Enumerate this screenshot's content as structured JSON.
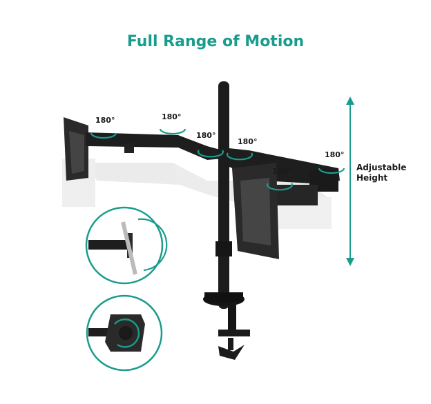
{
  "title": "Full Range of Motion",
  "accent_color": "#1a9c8c",
  "rotation_labels": [
    "180°",
    "180°",
    "180°",
    "180°",
    "180°",
    "180°"
  ],
  "height_label": {
    "line1": "Adjustable",
    "line2": "Height"
  },
  "icons": [
    "swivel-arrow-icon",
    "tilt-arrow-icon",
    "rotate-arrow-icon",
    "height-double-arrow-icon"
  ]
}
